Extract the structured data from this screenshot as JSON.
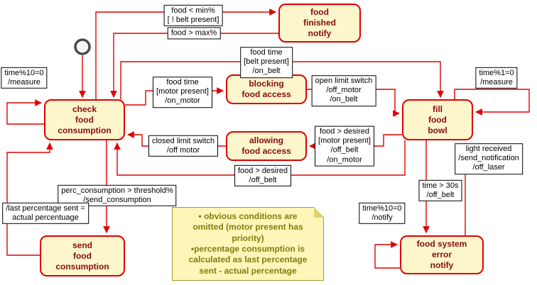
{
  "diagram": {
    "colors": {
      "transition_line": "#e00000",
      "state_background": "#fdf6cd",
      "state_border": "#e00000",
      "state_text": "#850d0d",
      "label_background": "#ffffff",
      "label_border": "#000000",
      "note_background": "#fdf6b8",
      "note_border": "#a99a32",
      "note_text": "#7e7e10"
    },
    "states": [
      {
        "id": "check-food-consumption",
        "label": "check\nfood\nconsumption"
      },
      {
        "id": "food-finished-notify",
        "label": "food\nfinished\nnotify"
      },
      {
        "id": "blocking-food-access",
        "label": "blocking\nfood access"
      },
      {
        "id": "allowing-food-access",
        "label": "allowing\nfood access"
      },
      {
        "id": "fill-food-bowl",
        "label": "fill\nfood\nbowl"
      },
      {
        "id": "send-food-consumption",
        "label": "send\nfood\nconsumption"
      },
      {
        "id": "food-system-error-notify",
        "label": "food system\nerror\nnotify"
      }
    ],
    "transitions": [
      {
        "id": "food-lt-min",
        "label": "food < min%\n[ ! belt present]"
      },
      {
        "id": "food-gt-max",
        "label": "food > max%"
      },
      {
        "id": "food-time-belt",
        "label": "food time\n[belt present]\n/on_belt"
      },
      {
        "id": "time-mod10-measure",
        "label": "time%10=0\n/measure"
      },
      {
        "id": "food-time-motor",
        "label": "food time\n[motor present]\n/on_motor"
      },
      {
        "id": "open-limit-switch",
        "label": "open limit switch\n/off_motor\n/on_belt"
      },
      {
        "id": "time-mod1-measure",
        "label": "time%1=0\n/measure"
      },
      {
        "id": "closed-limit-switch",
        "label": "closed limit switch\n/off motor"
      },
      {
        "id": "food-gt-desired-motor",
        "label": "food > desired\n[motor present]\n/off_belt\n/on_motor"
      },
      {
        "id": "food-gt-desired",
        "label": "food > desired\n/off_belt"
      },
      {
        "id": "light-received",
        "label": "light received\n/send_notification\n/off_laser"
      },
      {
        "id": "time-gt-30s",
        "label": "time > 30s\n/off_belt"
      },
      {
        "id": "perc-consumption",
        "label": "perc_consumption > threshold%\n/send_consumption"
      },
      {
        "id": "last-percentage",
        "label": "/last percentage sent =\nactual percentuage"
      },
      {
        "id": "time-mod10-notify",
        "label": "time%10=0\n/notify"
      }
    ],
    "note": {
      "text": "• obvious conditions are\nomitted (motor present has\npriority)\n•percentage consumption is\ncalculated as last percentage\nsent - actual percentage"
    }
  }
}
